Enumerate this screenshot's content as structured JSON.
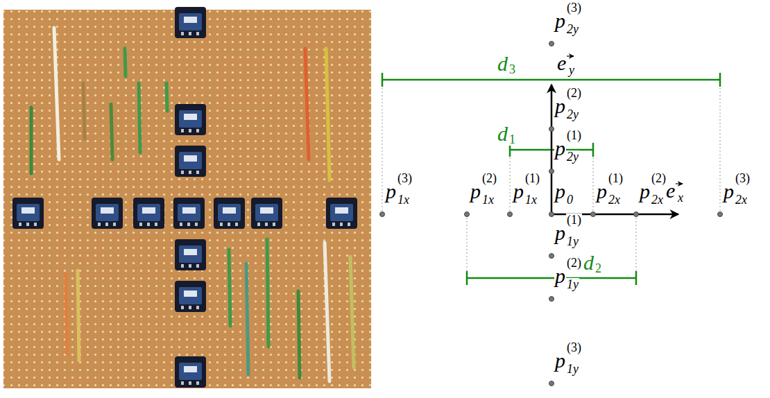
{
  "diagram": {
    "labels": [
      "p",
      "2y",
      "(3)",
      "p",
      "2y",
      "(2)",
      "p",
      "2y",
      "(1)",
      "p",
      "1x",
      "(3)",
      "p",
      "1x",
      "(2)",
      "p",
      "1x",
      "(1)",
      "p",
      "0",
      "p",
      "2x",
      "(1)",
      "p",
      "2x",
      "(2)",
      "p",
      "2x",
      "(3)",
      "p",
      "1y",
      "(1)",
      "p",
      "1y",
      "(2)",
      "p",
      "1y",
      "(3)",
      "e",
      "y",
      "e",
      "x",
      "d",
      "3",
      "d",
      "1",
      "d",
      "2"
    ]
  }
}
